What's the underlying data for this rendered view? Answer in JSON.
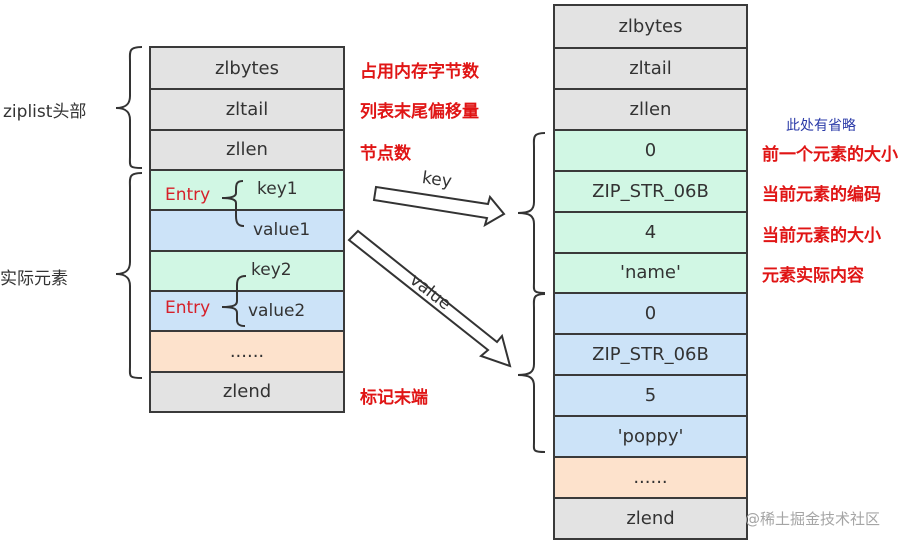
{
  "left_list": {
    "group_labels": {
      "header": "ziplist头部",
      "entries": "实际元素"
    },
    "cells": [
      {
        "text": "zlbytes",
        "color": "gray"
      },
      {
        "text": "zltail",
        "color": "gray"
      },
      {
        "text": "zllen",
        "color": "gray"
      },
      {
        "text": "",
        "color": "green"
      },
      {
        "text": "",
        "color": "blue"
      },
      {
        "text": "",
        "color": "green"
      },
      {
        "text": "",
        "color": "blue"
      },
      {
        "text": "......",
        "color": "peach"
      },
      {
        "text": "zlend",
        "color": "gray"
      }
    ],
    "entry_label": "Entry",
    "entry1": {
      "key": "key1",
      "value": "value1"
    },
    "entry2": {
      "key": "key2",
      "value": "value2"
    },
    "annotations": {
      "zlbytes": "占用内存字节数",
      "zltail": "列表末尾偏移量",
      "zllen": "节点数",
      "zlend": "标记末端"
    }
  },
  "arrows": {
    "key": "key",
    "value": "value"
  },
  "right_list": {
    "cells": [
      {
        "text": "zlbytes",
        "color": "gray"
      },
      {
        "text": "zltail",
        "color": "gray"
      },
      {
        "text": "zllen",
        "color": "gray"
      },
      {
        "text": "0",
        "color": "green"
      },
      {
        "text": "ZIP_STR_06B",
        "color": "green"
      },
      {
        "text": "4",
        "color": "green"
      },
      {
        "text": "'name'",
        "color": "green"
      },
      {
        "text": "0",
        "color": "blue"
      },
      {
        "text": "ZIP_STR_06B",
        "color": "blue"
      },
      {
        "text": "5",
        "color": "blue"
      },
      {
        "text": "'poppy'",
        "color": "blue"
      },
      {
        "text": "......",
        "color": "peach"
      },
      {
        "text": "zlend",
        "color": "gray"
      }
    ],
    "note": "此处有省略",
    "annotations": [
      "前一个元素的大小",
      "当前元素的编码",
      "当前元素的大小",
      "元素实际内容"
    ]
  },
  "watermark": "@稀土掘金技术社区",
  "colors": {
    "gray": "#e3e3e3",
    "green": "#d1f7e4",
    "blue": "#cce3f8",
    "peach": "#fde2cc",
    "annotation_red": "#e01515",
    "entry_red": "#d6202a",
    "note_blue": "#2a3aa8"
  }
}
